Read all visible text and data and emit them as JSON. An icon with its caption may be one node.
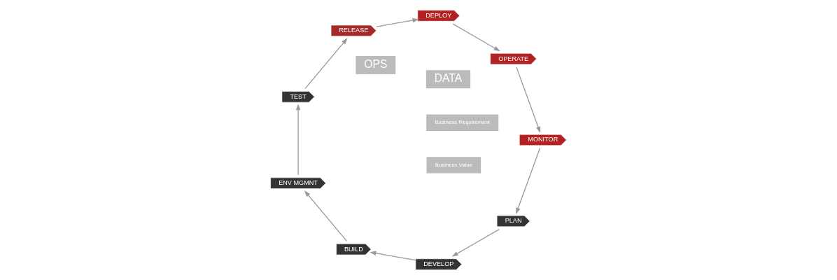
{
  "diagram": {
    "nodes": [
      {
        "text": [
          "PLAN"
        ]
      },
      {
        "text": [
          "DEVELOP"
        ]
      },
      {
        "text": [
          "BUILD"
        ]
      },
      {
        "text": [
          "ENV MGMNT"
        ]
      },
      {
        "text": [
          "TEST"
        ]
      },
      {
        "text": [
          "RELEASE"
        ]
      },
      {
        "text": [
          "DEPLOY"
        ]
      },
      {
        "text": [
          "OPERATE"
        ]
      },
      {
        "text": [
          "MONITOR"
        ]
      }
    ],
    "edges": [
      {
        "from": 0,
        "to": 1,
        "arrow": "to"
      },
      {
        "from": 1,
        "to": 2,
        "arrow": "to"
      },
      {
        "from": 2,
        "to": 3,
        "arrow": "to"
      },
      {
        "from": 3,
        "to": 4,
        "arrow": "to"
      },
      {
        "from": 4,
        "to": 5,
        "arrow": "to"
      },
      {
        "from": 5,
        "to": 6,
        "arrow": "to"
      },
      {
        "from": 6,
        "to": 7,
        "arrow": "to"
      },
      {
        "from": 7,
        "to": 8,
        "arrow": "to"
      },
      {
        "from": 8,
        "to": 0,
        "arrow": "to"
      }
    ],
    "labels": [
      "Business Requirement",
      "DATA",
      "OPS",
      "Business Value"
    ]
  }
}
